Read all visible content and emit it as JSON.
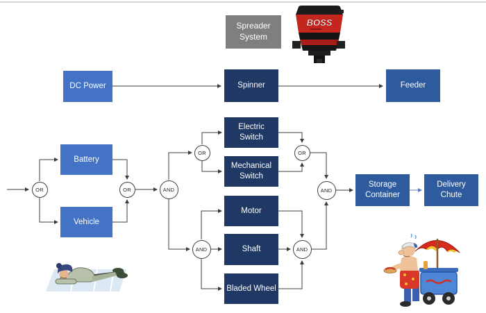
{
  "header": {
    "system_label": "Spreader System"
  },
  "product": {
    "brand": "BOSS"
  },
  "nodes": {
    "dc_power": "DC Power",
    "spinner": "Spinner",
    "feeder": "Feeder",
    "battery": "Battery",
    "vehicle": "Vehicle",
    "electric_switch": "Electric Switch",
    "mechanical_switch": "Mechanical Switch",
    "motor": "Motor",
    "shaft": "Shaft",
    "bladed_wheel": "Bladed Wheel",
    "storage_container": "Storage Container",
    "delivery_chute": "Delivery Chute"
  },
  "gates": {
    "or": "OR",
    "and": "AND"
  },
  "colors": {
    "bright_blue": "#4472c4",
    "medium_blue": "#2e5b9e",
    "dark_navy": "#1f3864",
    "gray_box": "#7f7f7f",
    "line": "#3d3d3d",
    "connector_blue": "#5b7fc0"
  }
}
